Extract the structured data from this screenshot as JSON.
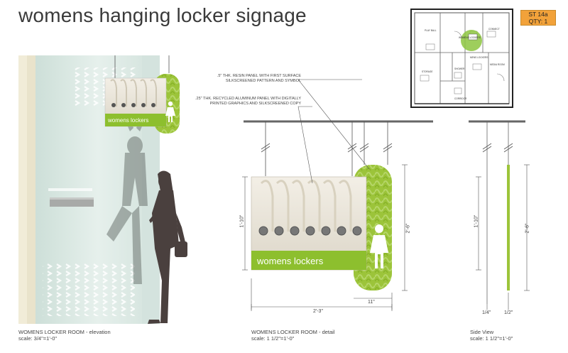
{
  "title": "womens hanging locker signage",
  "badge": {
    "code": "ST 14a",
    "qty": "QTY: 1"
  },
  "colors": {
    "accent_green": "#9cc43a",
    "badge_orange": "#f2a23a",
    "door_glass": "#d6e5df",
    "panel_green": "#8dbf2e"
  },
  "sign": {
    "text": "womens lockers",
    "icon": "woman-pictogram-icon"
  },
  "notes": [
    ".5\" THK. RESIN PANEL WITH FIRST SURFACE SILKSCREENED PATTERN AND SYMBOL",
    ".25\" THK. RECYCLED ALUMINUM PANEL WITH DIGITALLY PRINTED GRAPHICS AND SILKSCREENED COPY"
  ],
  "dimensions": {
    "detail_height_left": "1'-10\"",
    "detail_height_right": "2'-6\"",
    "detail_width": "2'-3\"",
    "detail_depth": "11\"",
    "side_height_left": "1'-10\"",
    "side_height_right": "2'-6\"",
    "side_thk_1": "1/4\"",
    "side_thk_2": "1/2\""
  },
  "plan": {
    "rooms": [
      "WOMENS LOCKERS",
      "PLAY BALL",
      "CONNECT",
      "MENS LOCKERS",
      "SHOWER",
      "CORRIDOR",
      "MEDIA ROOM",
      "STORAGE"
    ]
  },
  "captions": {
    "elevation_title": "WOMENS LOCKER ROOM - elevation",
    "elevation_scale": "scale: 3/4\"=1'-0\"",
    "detail_title": "WOMENS LOCKER ROOM - detail",
    "detail_scale": "scale: 1 1/2\"=1'-0\"",
    "side_title": "Side View",
    "side_scale": "scale: 1 1/2\"=1'-0\""
  }
}
